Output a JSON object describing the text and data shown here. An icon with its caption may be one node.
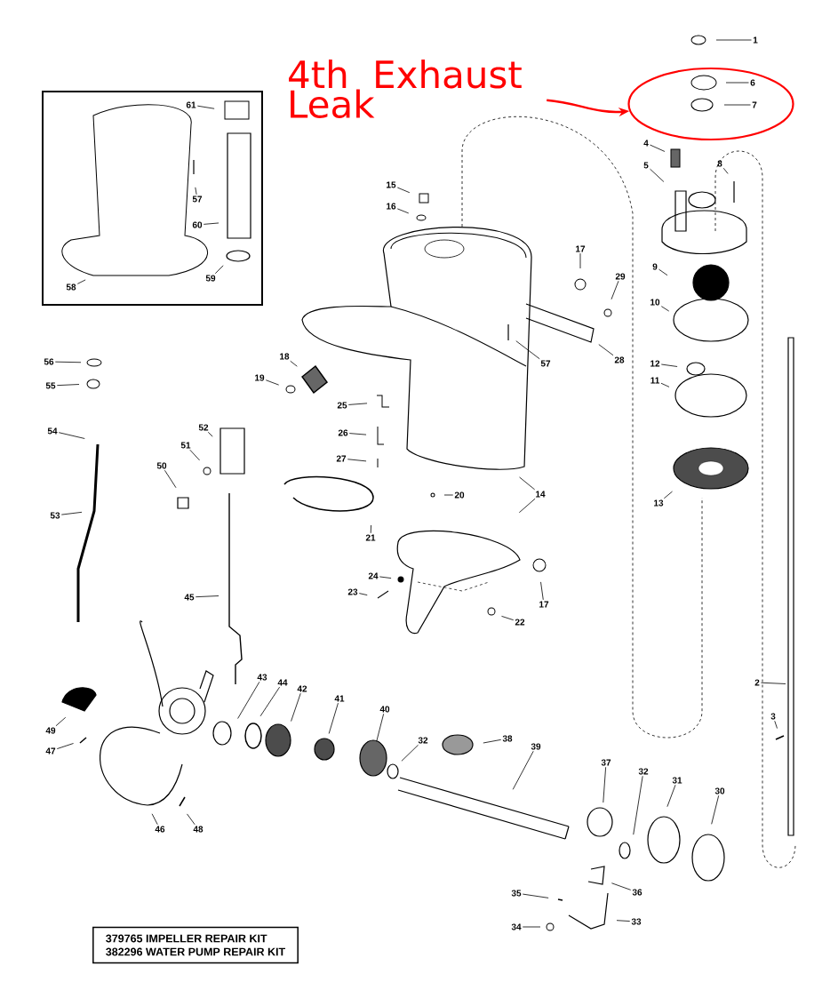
{
  "diagram": {
    "nodes": [
      {
        "text": [
          "4th Exhaust Leak"
        ]
      },
      {
        "text": [
          "1"
        ]
      },
      {
        "text": [],
        "shape": "circle"
      },
      {
        "text": [
          "6"
        ],
        "in": 2
      },
      {
        "text": [
          "7"
        ],
        "in": 2
      },
      {
        "text": [],
        "shape": "box"
      },
      {
        "text": [
          "61"
        ],
        "in": 5
      },
      {
        "text": [
          "57"
        ],
        "in": 5
      },
      {
        "text": [
          "60"
        ],
        "in": 5
      },
      {
        "text": [
          "59"
        ],
        "in": 5
      },
      {
        "text": [
          "58"
        ],
        "in": 5
      },
      {
        "text": [
          "4"
        ]
      },
      {
        "text": [
          "8"
        ]
      },
      {
        "text": [
          "5"
        ]
      },
      {
        "text": [
          "15"
        ]
      },
      {
        "text": [
          "16"
        ]
      },
      {
        "text": [
          "17"
        ]
      },
      {
        "text": [
          "9"
        ]
      },
      {
        "text": [
          "29"
        ]
      },
      {
        "text": [
          "10"
        ]
      },
      {
        "text": [
          "56"
        ]
      },
      {
        "text": [
          "18"
        ]
      },
      {
        "text": [
          "57"
        ]
      },
      {
        "text": [
          "28"
        ]
      },
      {
        "text": [
          "12"
        ]
      },
      {
        "text": [
          "19"
        ]
      },
      {
        "text": [
          "11"
        ]
      },
      {
        "text": [
          "55"
        ]
      },
      {
        "text": [
          "25"
        ]
      },
      {
        "text": [
          "52"
        ]
      },
      {
        "text": [
          "54"
        ]
      },
      {
        "text": [
          "26"
        ]
      },
      {
        "text": [
          "51"
        ]
      },
      {
        "text": [
          "27"
        ]
      },
      {
        "text": [
          "50"
        ]
      },
      {
        "text": [
          "14"
        ]
      },
      {
        "text": [
          "20"
        ]
      },
      {
        "text": [
          "13"
        ]
      },
      {
        "text": [
          "53"
        ]
      },
      {
        "text": [
          "21"
        ]
      },
      {
        "text": [
          "24"
        ]
      },
      {
        "text": [
          "23"
        ]
      },
      {
        "text": [
          "45"
        ]
      },
      {
        "text": [
          "17"
        ]
      },
      {
        "text": [
          "22"
        ]
      },
      {
        "text": [
          "2"
        ]
      },
      {
        "text": [
          "43"
        ]
      },
      {
        "text": [
          "44"
        ]
      },
      {
        "text": [
          "42"
        ]
      },
      {
        "text": [
          "41"
        ]
      },
      {
        "text": [
          "40"
        ]
      },
      {
        "text": [
          "3"
        ]
      },
      {
        "text": [
          "49"
        ]
      },
      {
        "text": [
          "38"
        ]
      },
      {
        "text": [
          "32"
        ]
      },
      {
        "text": [
          "39"
        ]
      },
      {
        "text": [
          "47"
        ]
      },
      {
        "text": [
          "37"
        ]
      },
      {
        "text": [
          "32"
        ]
      },
      {
        "text": [
          "31"
        ]
      },
      {
        "text": [
          "30"
        ]
      },
      {
        "text": [
          "46"
        ]
      },
      {
        "text": [
          "48"
        ]
      },
      {
        "text": [
          "36"
        ]
      },
      {
        "text": [
          "35"
        ]
      },
      {
        "text": [
          "33"
        ]
      },
      {
        "text": [
          "34"
        ]
      },
      {
        "text": [
          "379765 IMPELLER REPAIR KIT",
          "382296 WATER PUMP REPAIR KIT"
        ]
      }
    ],
    "edges": [
      {
        "from": 0,
        "to": 2,
        "arrow": "to",
        "style": "thick",
        "color": "#ff0000"
      },
      {
        "from": 1,
        "to": null,
        "arrow": "none"
      },
      {
        "from": 3,
        "to": null,
        "arrow": "none"
      },
      {
        "from": 4,
        "to": null,
        "arrow": "none"
      },
      {
        "from": 6,
        "to": null,
        "arrow": "none"
      },
      {
        "from": 7,
        "to": null,
        "arrow": "none"
      },
      {
        "from": 8,
        "to": null,
        "arrow": "none"
      },
      {
        "from": 9,
        "to": null,
        "arrow": "none"
      },
      {
        "from": 10,
        "to": null,
        "arrow": "none"
      },
      {
        "from": 11,
        "to": null,
        "arrow": "none"
      },
      {
        "from": 12,
        "to": null,
        "arrow": "none"
      },
      {
        "from": 13,
        "to": null,
        "arrow": "none"
      },
      {
        "from": 14,
        "to": null,
        "arrow": "none"
      },
      {
        "from": 15,
        "to": null,
        "arrow": "none"
      },
      {
        "from": 16,
        "to": null,
        "arrow": "none"
      },
      {
        "from": 17,
        "to": null,
        "arrow": "none"
      },
      {
        "from": 18,
        "to": null,
        "arrow": "none"
      },
      {
        "from": 19,
        "to": null,
        "arrow": "none"
      },
      {
        "from": 20,
        "to": null,
        "arrow": "none"
      },
      {
        "from": 21,
        "to": null,
        "arrow": "none"
      },
      {
        "from": 22,
        "to": null,
        "arrow": "none"
      },
      {
        "from": 23,
        "to": null,
        "arrow": "none"
      },
      {
        "from": 24,
        "to": null,
        "arrow": "none"
      },
      {
        "from": 25,
        "to": null,
        "arrow": "none"
      },
      {
        "from": 26,
        "to": null,
        "arrow": "none"
      },
      {
        "from": 27,
        "to": null,
        "arrow": "none"
      },
      {
        "from": 28,
        "to": null,
        "arrow": "none"
      },
      {
        "from": 29,
        "to": null,
        "arrow": "none"
      },
      {
        "from": 30,
        "to": null,
        "arrow": "none"
      },
      {
        "from": 31,
        "to": null,
        "arrow": "none"
      },
      {
        "from": 32,
        "to": null,
        "arrow": "none"
      },
      {
        "from": 33,
        "to": null,
        "arrow": "none"
      },
      {
        "from": 34,
        "to": null,
        "arrow": "none"
      },
      {
        "from": 35,
        "to": null,
        "arrow": "none"
      },
      {
        "from": 35,
        "to": null,
        "arrow": "none"
      },
      {
        "from": 36,
        "to": null,
        "arrow": "none"
      },
      {
        "from": 37,
        "to": null,
        "arrow": "none"
      },
      {
        "from": 38,
        "to": null,
        "arrow": "none"
      },
      {
        "from": 39,
        "to": null,
        "arrow": "none"
      },
      {
        "from": 40,
        "to": null,
        "arrow": "none"
      },
      {
        "from": 41,
        "to": null,
        "arrow": "none"
      },
      {
        "from": 42,
        "to": null,
        "arrow": "none"
      },
      {
        "from": 43,
        "to": null,
        "arrow": "none"
      },
      {
        "from": 44,
        "to": null,
        "arrow": "none"
      },
      {
        "from": 45,
        "to": null,
        "arrow": "none"
      },
      {
        "from": 46,
        "to": null,
        "arrow": "none"
      },
      {
        "from": 47,
        "to": null,
        "arrow": "none"
      },
      {
        "from": 48,
        "to": null,
        "arrow": "none"
      },
      {
        "from": 49,
        "to": null,
        "arrow": "none"
      },
      {
        "from": 50,
        "to": null,
        "arrow": "none"
      },
      {
        "from": 51,
        "to": null,
        "arrow": "none"
      },
      {
        "from": 52,
        "to": null,
        "arrow": "none"
      },
      {
        "from": 53,
        "to": null,
        "arrow": "none"
      },
      {
        "from": 54,
        "to": null,
        "arrow": "none"
      },
      {
        "from": 55,
        "to": null,
        "arrow": "none"
      },
      {
        "from": 56,
        "to": null,
        "arrow": "none"
      },
      {
        "from": 57,
        "to": null,
        "arrow": "none"
      },
      {
        "from": 58,
        "to": null,
        "arrow": "none"
      },
      {
        "from": 59,
        "to": null,
        "arrow": "none"
      },
      {
        "from": 60,
        "to": null,
        "arrow": "none"
      },
      {
        "from": 61,
        "to": null,
        "arrow": "none"
      },
      {
        "from": 62,
        "to": null,
        "arrow": "none"
      },
      {
        "from": 63,
        "to": null,
        "arrow": "none"
      },
      {
        "from": 64,
        "to": null,
        "arrow": "none"
      },
      {
        "from": 65,
        "to": null,
        "arrow": "none"
      },
      {
        "from": 66,
        "to": null,
        "arrow": "none"
      }
    ]
  }
}
